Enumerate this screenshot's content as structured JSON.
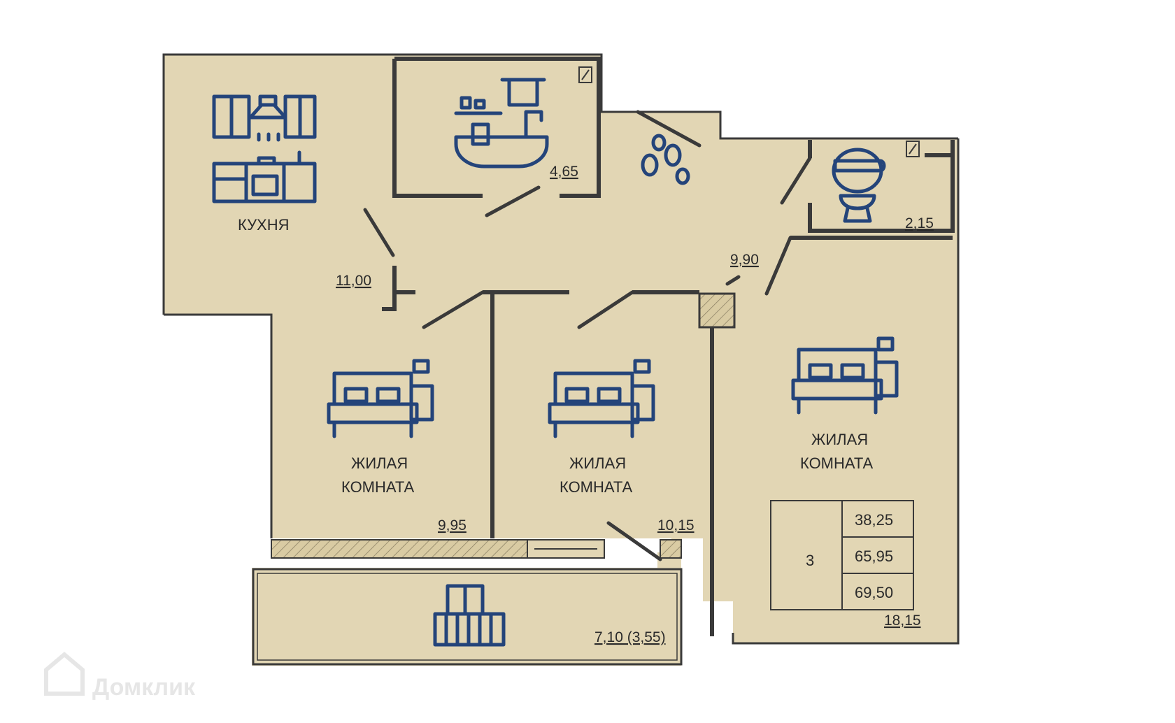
{
  "rooms": {
    "kitchen": {
      "label": "КУХНЯ",
      "area": "11,00"
    },
    "bathroom": {
      "area": "4,65"
    },
    "hallway": {
      "area": "9,90"
    },
    "toilet": {
      "area": "2,15"
    },
    "living_left": {
      "label_line1": "ЖИЛАЯ",
      "label_line2": "КОМНАТА",
      "area": "9,95"
    },
    "living_middle": {
      "label_line1": "ЖИЛАЯ",
      "label_line2": "КОМНАТА",
      "area": "10,15"
    },
    "living_right": {
      "label_line1": "ЖИЛАЯ",
      "label_line2": "КОМНАТА",
      "area": "18,15"
    },
    "balcony": {
      "area": "7,10 (3,55)"
    }
  },
  "summary": {
    "rooms_count": "3",
    "living_area": "38,25",
    "total_area": "65,95",
    "total_area_with_balcony": "69,50"
  },
  "watermark": {
    "text": "Домклик"
  },
  "colors": {
    "floor": "#e2d6b4",
    "icon": "#24447a",
    "wall": "#3a3a3a"
  }
}
